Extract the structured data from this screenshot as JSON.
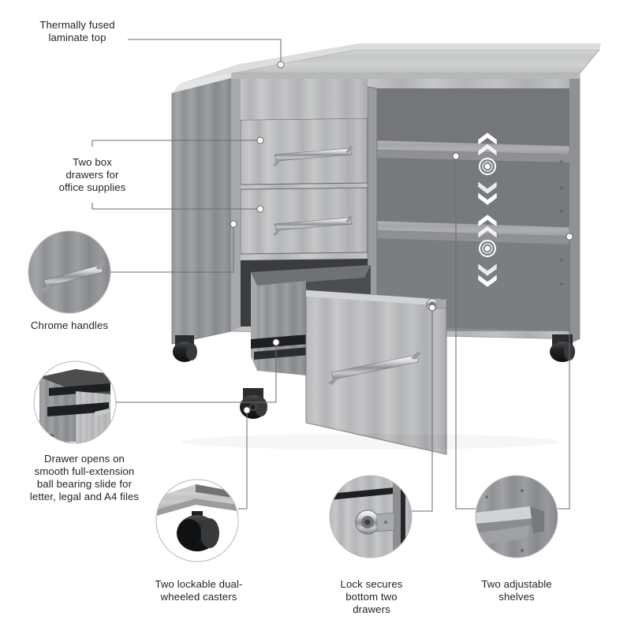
{
  "product": {
    "name": "Mobile storage cabinet with drawers and open shelves",
    "finish_name": "Platinum Gray laminate",
    "colors": {
      "background": "#ffffff",
      "laminate_light": "#cdcdcd",
      "laminate_mid": "#b4b5b7",
      "laminate_dark": "#9a9b9d",
      "laminate_shadow": "#6f7173",
      "interior_dark": "#7b7d7f",
      "chrome_light": "#e8e9ea",
      "chrome_dark": "#8c8e90",
      "caster_black": "#17181a",
      "leader_line": "#6d6e70",
      "circle_frame": "#b9babc",
      "text": "#231f20"
    }
  },
  "callouts": [
    {
      "id": "laminate-top",
      "text": "Thermally fused\nlaminate top",
      "align": "center",
      "has_detail_circle": false
    },
    {
      "id": "box-drawers",
      "text": "Two box\ndrawers for\noffice supplies",
      "align": "center",
      "has_detail_circle": false
    },
    {
      "id": "chrome-handles",
      "text": "Chrome handles",
      "align": "center",
      "has_detail_circle": true,
      "detail": "close-up of chrome bar pull on gray laminate drawer front"
    },
    {
      "id": "drawer-slide",
      "text": "Drawer opens on\nsmooth full-extension\nball bearing slide for\nletter, legal and A4 files",
      "align": "center",
      "has_detail_circle": true,
      "detail": "close-up of open drawer showing black ball bearing slide"
    },
    {
      "id": "casters",
      "text": "Two lockable dual-\nwheeled casters",
      "align": "center",
      "has_detail_circle": true,
      "detail": "close-up of black dual-wheeled caster under cabinet corner"
    },
    {
      "id": "lock",
      "text": "Lock secures\nbottom two\ndrawers",
      "align": "center",
      "has_detail_circle": true,
      "detail": "close-up of chrome lock cylinder with key on drawer front"
    },
    {
      "id": "adjustable-shelves",
      "text": "Two adjustable\nshelves",
      "align": "center",
      "has_detail_circle": true,
      "detail": "close-up of shelf edge with adjustment pin holes"
    }
  ],
  "shelf_indicators": [
    {
      "id": "shelf-indicator-upper",
      "meaning": "shelf height adjusts up and down"
    },
    {
      "id": "shelf-indicator-lower",
      "meaning": "shelf height adjusts up and down"
    }
  ]
}
